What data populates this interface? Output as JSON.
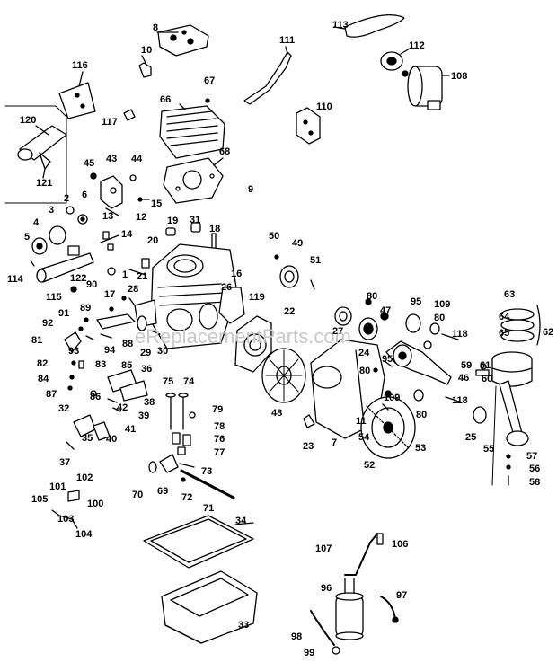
{
  "watermark": "eReplacementParts.com",
  "callouts": [
    {
      "id": "c8",
      "text": "8"
    },
    {
      "id": "c10",
      "text": "10"
    },
    {
      "id": "c111",
      "text": "111"
    },
    {
      "id": "c113",
      "text": "113"
    },
    {
      "id": "c112",
      "text": "112"
    },
    {
      "id": "c108",
      "text": "108"
    },
    {
      "id": "c116",
      "text": "116"
    },
    {
      "id": "c67",
      "text": "67"
    },
    {
      "id": "c66",
      "text": "66"
    },
    {
      "id": "c110",
      "text": "110"
    },
    {
      "id": "c120",
      "text": "120"
    },
    {
      "id": "c117",
      "text": "117"
    },
    {
      "id": "c121",
      "text": "121"
    },
    {
      "id": "c68",
      "text": "68"
    },
    {
      "id": "c45",
      "text": "45"
    },
    {
      "id": "c43",
      "text": "43"
    },
    {
      "id": "c44",
      "text": "44"
    },
    {
      "id": "c15",
      "text": "15"
    },
    {
      "id": "c2",
      "text": "2"
    },
    {
      "id": "c6",
      "text": "6"
    },
    {
      "id": "c3",
      "text": "3"
    },
    {
      "id": "c13",
      "text": "13"
    },
    {
      "id": "c12",
      "text": "12"
    },
    {
      "id": "c9",
      "text": "9"
    },
    {
      "id": "c4",
      "text": "4"
    },
    {
      "id": "c5",
      "text": "5"
    },
    {
      "id": "c14",
      "text": "14"
    },
    {
      "id": "c19",
      "text": "19"
    },
    {
      "id": "c31",
      "text": "31"
    },
    {
      "id": "c18",
      "text": "18"
    },
    {
      "id": "c20",
      "text": "20"
    },
    {
      "id": "c50",
      "text": "50"
    },
    {
      "id": "c49",
      "text": "49"
    },
    {
      "id": "c51",
      "text": "51"
    },
    {
      "id": "c114",
      "text": "114"
    },
    {
      "id": "c122",
      "text": "122"
    },
    {
      "id": "c1",
      "text": "1"
    },
    {
      "id": "c21",
      "text": "21"
    },
    {
      "id": "c16",
      "text": "16"
    },
    {
      "id": "c115",
      "text": "115"
    },
    {
      "id": "c90",
      "text": "90"
    },
    {
      "id": "c17",
      "text": "17"
    },
    {
      "id": "c28",
      "text": "28"
    },
    {
      "id": "c26",
      "text": "26"
    },
    {
      "id": "c119",
      "text": "119"
    },
    {
      "id": "c22",
      "text": "22"
    },
    {
      "id": "c63",
      "text": "63"
    },
    {
      "id": "c91",
      "text": "91"
    },
    {
      "id": "c89",
      "text": "89"
    },
    {
      "id": "c80a",
      "text": "80"
    },
    {
      "id": "c109a",
      "text": "109"
    },
    {
      "id": "c47",
      "text": "47"
    },
    {
      "id": "c95a",
      "text": "95"
    },
    {
      "id": "c80b",
      "text": "80"
    },
    {
      "id": "c64",
      "text": "64"
    },
    {
      "id": "c92",
      "text": "92"
    },
    {
      "id": "c27",
      "text": "27"
    },
    {
      "id": "c65",
      "text": "65"
    },
    {
      "id": "c62",
      "text": "62"
    },
    {
      "id": "c118a",
      "text": "118"
    },
    {
      "id": "c81",
      "text": "81"
    },
    {
      "id": "c93",
      "text": "93"
    },
    {
      "id": "c94",
      "text": "94"
    },
    {
      "id": "c88",
      "text": "88"
    },
    {
      "id": "c29",
      "text": "29"
    },
    {
      "id": "c30",
      "text": "30"
    },
    {
      "id": "c24",
      "text": "24"
    },
    {
      "id": "c95b",
      "text": "95"
    },
    {
      "id": "c59",
      "text": "59"
    },
    {
      "id": "c61",
      "text": "61"
    },
    {
      "id": "c82",
      "text": "82"
    },
    {
      "id": "c83",
      "text": "83"
    },
    {
      "id": "c85",
      "text": "85"
    },
    {
      "id": "c36",
      "text": "36"
    },
    {
      "id": "c80c",
      "text": "80"
    },
    {
      "id": "c84",
      "text": "84"
    },
    {
      "id": "c60",
      "text": "60"
    },
    {
      "id": "c87",
      "text": "87"
    },
    {
      "id": "c86",
      "text": "86"
    },
    {
      "id": "c38",
      "text": "38"
    },
    {
      "id": "c75",
      "text": "75"
    },
    {
      "id": "c74",
      "text": "74"
    },
    {
      "id": "c48",
      "text": "48"
    },
    {
      "id": "c46",
      "text": "46"
    },
    {
      "id": "c32",
      "text": "32"
    },
    {
      "id": "c42",
      "text": "42"
    },
    {
      "id": "c39",
      "text": "39"
    },
    {
      "id": "c109b",
      "text": "109"
    },
    {
      "id": "c118b",
      "text": "118"
    },
    {
      "id": "c79",
      "text": "79"
    },
    {
      "id": "c80d",
      "text": "80"
    },
    {
      "id": "c11",
      "text": "11"
    },
    {
      "id": "c41",
      "text": "41"
    },
    {
      "id": "c78",
      "text": "78"
    },
    {
      "id": "c76",
      "text": "76"
    },
    {
      "id": "c35",
      "text": "35"
    },
    {
      "id": "c40",
      "text": "40"
    },
    {
      "id": "c54",
      "text": "54"
    },
    {
      "id": "c77",
      "text": "77"
    },
    {
      "id": "c23",
      "text": "23"
    },
    {
      "id": "c7",
      "text": "7"
    },
    {
      "id": "c25",
      "text": "25"
    },
    {
      "id": "c53",
      "text": "53"
    },
    {
      "id": "c55",
      "text": "55"
    },
    {
      "id": "c37",
      "text": "37"
    },
    {
      "id": "c52",
      "text": "52"
    },
    {
      "id": "c57",
      "text": "57"
    },
    {
      "id": "c73",
      "text": "73"
    },
    {
      "id": "c56",
      "text": "56"
    },
    {
      "id": "c102",
      "text": "102"
    },
    {
      "id": "c101",
      "text": "101"
    },
    {
      "id": "c58",
      "text": "58"
    },
    {
      "id": "c70",
      "text": "70"
    },
    {
      "id": "c69",
      "text": "69"
    },
    {
      "id": "c72",
      "text": "72"
    },
    {
      "id": "c100",
      "text": "100"
    },
    {
      "id": "c71",
      "text": "71"
    },
    {
      "id": "c105",
      "text": "105"
    },
    {
      "id": "c103",
      "text": "103"
    },
    {
      "id": "c104",
      "text": "104"
    },
    {
      "id": "c34",
      "text": "34"
    },
    {
      "id": "c107",
      "text": "107"
    },
    {
      "id": "c106",
      "text": "106"
    },
    {
      "id": "c96",
      "text": "96"
    },
    {
      "id": "c97",
      "text": "97"
    },
    {
      "id": "c33",
      "text": "33"
    },
    {
      "id": "c98",
      "text": "98"
    },
    {
      "id": "c99",
      "text": "99"
    }
  ]
}
